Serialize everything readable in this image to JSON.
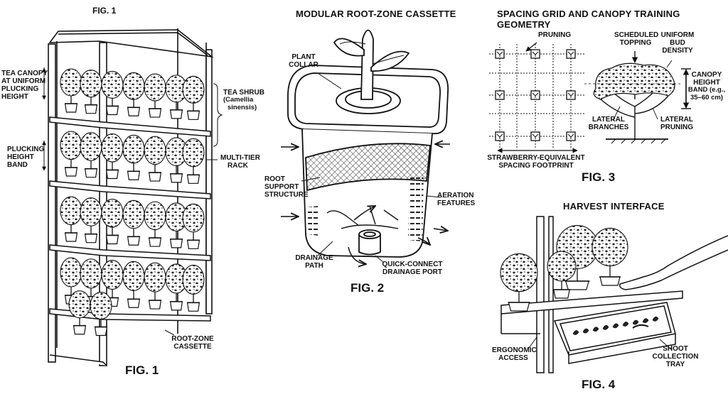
{
  "fig1": {
    "top_label": "FIG. 1",
    "bottom_label": "FIG. 1",
    "labels": {
      "tea_canopy": [
        "TEA CANOPY",
        "AT UNIFORM",
        "PLUCKING",
        "HEIGHT"
      ],
      "plucking_band": [
        "PLUCKING",
        "HEIGHT",
        "BAND"
      ],
      "tea_shrub": [
        "TEA SHRUB",
        "(Camellia",
        "sinensis)"
      ],
      "multi_tier": [
        "MULTI-TIER",
        "RACK"
      ],
      "root_zone": [
        "ROOT-ZONE",
        "CASSETTE"
      ]
    }
  },
  "fig2": {
    "title": "MODULAR ROOT-ZONE CASSETTE",
    "fig_label": "FIG. 2",
    "labels": {
      "plant_collar": [
        "PLANT",
        "COLLAR"
      ],
      "root_support": [
        "ROOT",
        "SUPPORT",
        "STRUCTURE"
      ],
      "aeration": [
        "AERATION",
        "FEATURES"
      ],
      "drainage_path": [
        "DRAINAGE",
        "PATH"
      ],
      "quick_connect": [
        "QUICK-CONNECT",
        "DRAINAGE PORT"
      ]
    }
  },
  "fig3": {
    "title": "SPACING GRID AND CANOPY TRAINING GEOMETRY",
    "fig_label": "FIG. 3",
    "labels": {
      "pruning": "PRUNING",
      "scheduled_topping": [
        "SCHEDULED",
        "TOPPING"
      ],
      "uniform_bud": [
        "UNIFORM",
        "BUD",
        "DENSITY"
      ],
      "canopy_height": [
        "CANOPY",
        "HEIGHT",
        "BAND (e.g.,",
        "35–60 cm)"
      ],
      "lateral_branches": [
        "LATERAL",
        "BRANCHES"
      ],
      "lateral_pruning": [
        "LATERAL",
        "PRUNING"
      ],
      "footprint": [
        "STRAWBERRY-EQUIVALENT",
        "SPACING FOOTPRINT"
      ]
    }
  },
  "fig4": {
    "title": "HARVEST INTERFACE",
    "fig_label": "FIG. 4",
    "labels": {
      "ergonomic": [
        "ERGONOMIC",
        "ACCESS"
      ],
      "shoot_tray": [
        "SHOOT",
        "COLLECTION",
        "TRAY"
      ]
    }
  }
}
